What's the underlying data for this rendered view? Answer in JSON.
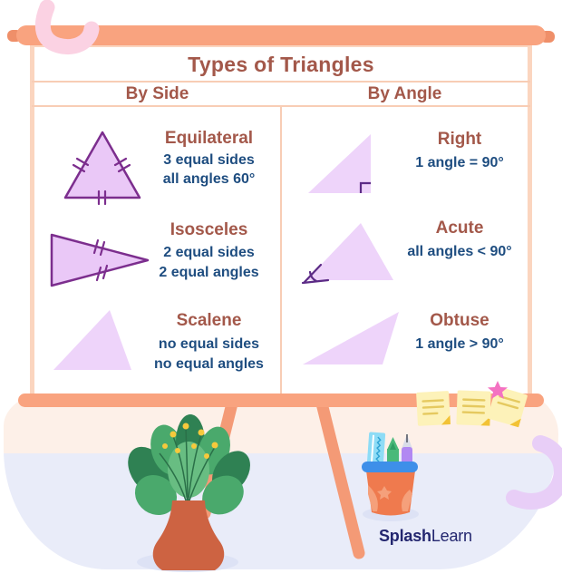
{
  "poster": {
    "title": "Types of Triangles",
    "columns": [
      {
        "header": "By Side",
        "items": [
          {
            "name": "Equilateral",
            "lines": [
              "3 equal sides",
              "all angles 60°"
            ]
          },
          {
            "name": "Isosceles",
            "lines": [
              "2 equal sides",
              "2 equal angles"
            ]
          },
          {
            "name": "Scalene",
            "lines": [
              "no equal sides",
              "no equal angles"
            ]
          }
        ]
      },
      {
        "header": "By Angle",
        "items": [
          {
            "name": "Right",
            "lines": [
              "1 angle = 90°"
            ]
          },
          {
            "name": "Acute",
            "lines": [
              "all angles < 90°"
            ]
          },
          {
            "name": "Obtuse",
            "lines": [
              "1 angle > 90°"
            ]
          }
        ]
      }
    ]
  },
  "brand": {
    "bold": "Splash",
    "light": "Learn",
    "color": "#23266f"
  },
  "colors": {
    "frame_salmon": "#f9a37f",
    "frame_cap": "#ef8f69",
    "board_border": "#fbd5bf",
    "divider": "#f8cdb5",
    "heading_brown": "#a3584a",
    "description_navy": "#1e4d80",
    "triangle_outline_purple": "#7c2e8e",
    "triangle_fill_outlined": "#eac8f7",
    "triangle_fill_plain": "#eed4fa",
    "angle_marker_purple": "#5c2b86",
    "blob_pink": "#fdf0e8",
    "blob_lavender": "#e9ecf9",
    "squiggle_pink": "#fbd2e3",
    "squiggle_purple": "#e8cef7",
    "sticky_note_yellow": "#fdf2b9",
    "sticky_star_pink": "#f472c2"
  }
}
